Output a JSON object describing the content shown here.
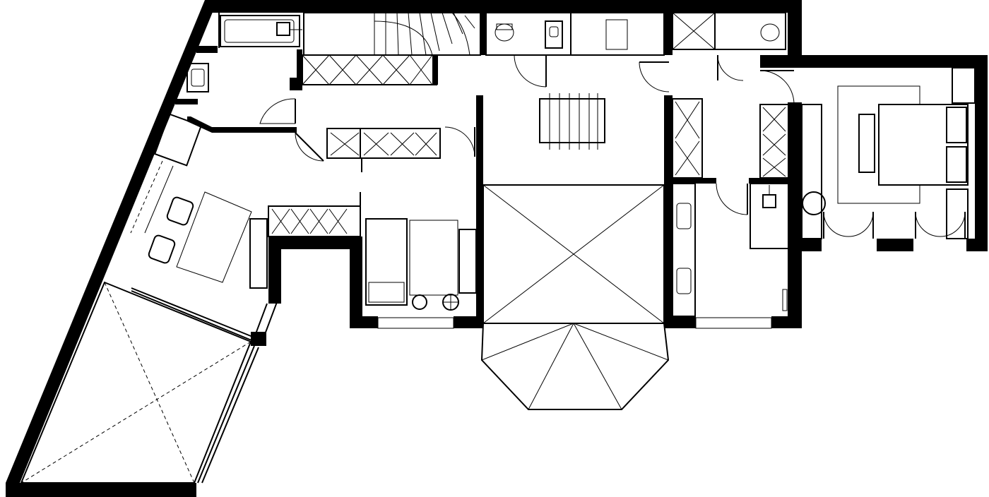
{
  "plan": {
    "kind": "floor-plan",
    "rooms": [
      {
        "id": "bathroom-upper-left",
        "fixtures": [
          "bathtub",
          "washbasin"
        ]
      },
      {
        "id": "corridor",
        "fixtures": [
          "wardrobe",
          "wardrobe"
        ]
      },
      {
        "id": "staircase"
      },
      {
        "id": "wc-1",
        "fixtures": [
          "toilet",
          "washbasin"
        ]
      },
      {
        "id": "wc-2",
        "fixtures": [
          "toilet"
        ]
      },
      {
        "id": "play-hall",
        "fixtures": [
          "foosball-table"
        ]
      },
      {
        "id": "study",
        "fixtures": [
          "desk",
          "chair",
          "chair",
          "rug",
          "bench"
        ]
      },
      {
        "id": "kids-room",
        "fixtures": [
          "single-bed",
          "rug",
          "wardrobe",
          "stool",
          "stool"
        ]
      },
      {
        "id": "void-skylight"
      },
      {
        "id": "terrace-void"
      },
      {
        "id": "bay-window"
      },
      {
        "id": "master-bathroom",
        "fixtures": [
          "double-vanity",
          "shower",
          "towel-radiator"
        ]
      },
      {
        "id": "master-bedroom",
        "fixtures": [
          "double-bed",
          "rug",
          "bench",
          "armchair",
          "wardrobe"
        ]
      }
    ]
  },
  "colors": {
    "wall": "#000000",
    "line": "#000000",
    "background": "#ffffff"
  }
}
